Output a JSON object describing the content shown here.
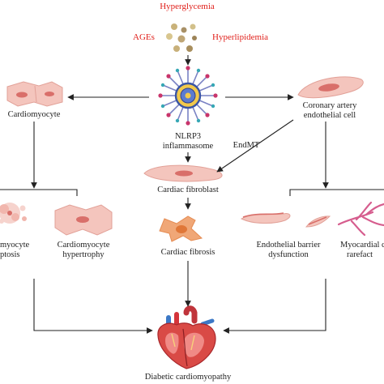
{
  "triggers": {
    "hyperglycemia": "Hyperglycemia",
    "ages": "AGEs",
    "hyperlipidemia": "Hyperlipidemia"
  },
  "nodes": {
    "nlrp3": [
      "NLRP3",
      "inflammasome"
    ],
    "cardiomyocyte": "Cardiomyocyte",
    "coronary_endothelial": [
      "Coronary artery",
      "endothelial cell"
    ],
    "endmt": "EndMT",
    "cardiac_fibroblast": "Cardiac fibroblast",
    "cardiomyocyte_apoptosis": [
      "myocyte",
      "ptosis"
    ],
    "cardiomyocyte_hypertrophy": [
      "Cardiomyocyte",
      "hypertrophy"
    ],
    "cardiac_fibrosis": "Cardiac fibrosis",
    "endothelial_dysfunction": [
      "Endothelial barrier",
      "dysfunction"
    ],
    "myocardial_rarefaction": [
      "Myocardial c",
      "rarefact"
    ],
    "outcome": "Diabetic cardiomyopathy"
  },
  "colors": {
    "trigger_text": "#e0201b",
    "cell_fill": "#f4c5bd",
    "cell_nucleus": "#d96f6a",
    "fibroblast_fill": "#f0a777",
    "arrow": "#222222"
  }
}
